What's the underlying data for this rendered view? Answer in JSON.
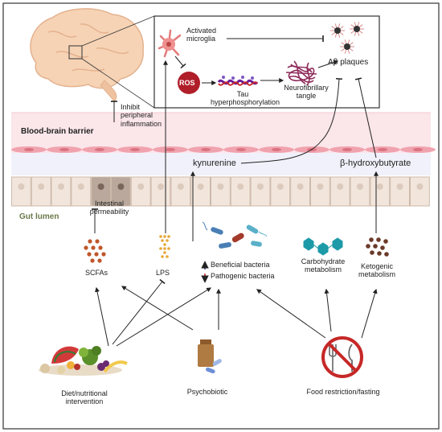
{
  "labels": {
    "activated_microglia": "Activated\nmicroglia",
    "ros": "ROS",
    "tau": "Tau\nhyperphosphorylation",
    "neurofibrillary": "Neurofibrillary\ntangle",
    "abeta": "Aβ plaques",
    "inhibit": "Inhibit\nperipheral\ninflammation",
    "bbb": "Blood-brain barrier",
    "kynurenine": "kynurenine",
    "bhb": "β-hydroxybutyrate",
    "gut_lumen": "Gut lumen",
    "intestinal": "Intestinal\npermeability",
    "scfas": "SCFAs",
    "lps": "LPS",
    "beneficial": "Beneficial bacteria",
    "pathogenic": "Pathogenic bacteria",
    "carbohydrate": "Carbohydrate\nmetabolism",
    "ketogenic": "Ketogenic\nmetabolism",
    "diet": "Diet/nutritional\nintervention",
    "psychobiotic": "Psychobiotic",
    "fasting": "Food restriction/fasting"
  },
  "icons": {
    "brain": "brain-icon",
    "microglia": "microglia-icon",
    "ros": "ros-circle-icon",
    "tau": "tau-protein-icon",
    "tangle": "neurofibrillary-tangle-icon",
    "plaques": "amyloid-plaques-icon",
    "scfa": "scfa-molecules-icon",
    "lps": "lps-molecule-icon",
    "bacteria": "bacteria-icon",
    "carbohydrate": "carbohydrate-molecule-icon",
    "ketone": "ketone-bodies-icon",
    "food": "food-basket-icon",
    "psychobiotic": "psychobiotic-bottle-icon",
    "no_food": "no-food-sign-icon"
  },
  "colors": {
    "bbb_band": "#fbe6ea",
    "endothelial": "#f0a3ae",
    "lumen_band": "#efeffc",
    "gut_cell": "#f2e6dc",
    "gut_text": "#6b7a4a",
    "ros": "#b01e2a",
    "up_arrow": "#2d3b8a",
    "down_arrow": "#d0312d",
    "no_sign": "#c62828"
  }
}
